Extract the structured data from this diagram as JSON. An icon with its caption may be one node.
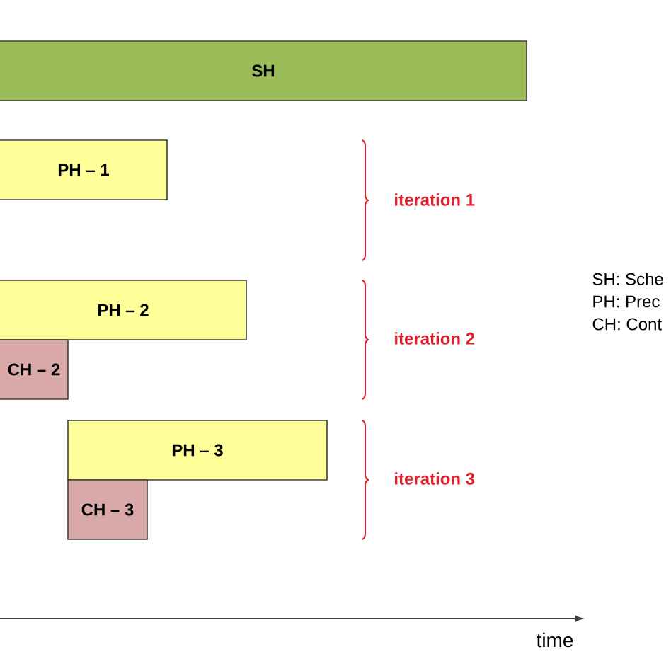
{
  "diagram": {
    "nodes": [
      {
        "text": [
          "SH"
        ]
      },
      {
        "text": [
          "PH – 1"
        ]
      },
      {
        "text": [
          "PH – 2"
        ]
      },
      {
        "text": [
          "CH – 2"
        ]
      },
      {
        "text": [
          "PH – 3"
        ]
      },
      {
        "text": [
          "CH – 3"
        ]
      }
    ],
    "labels": [
      "iteration 1",
      "iteration 2",
      "iteration 3",
      "SH: Sche",
      "PH: Prec",
      "CH: Cont",
      "time"
    ]
  }
}
